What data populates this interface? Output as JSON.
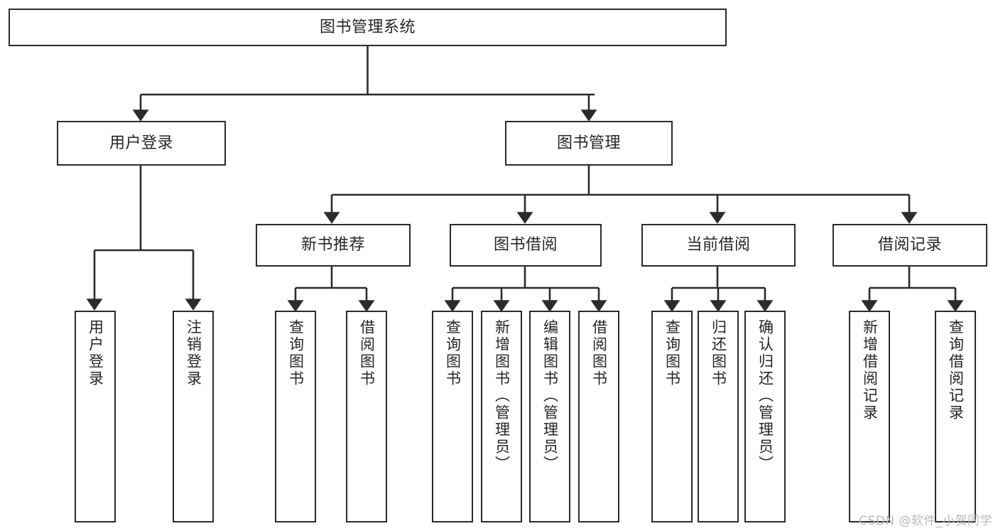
{
  "diagram": {
    "title": "图书管理系统",
    "type": "tree-functional-structure",
    "watermark": "CSDN @软件_小贺同学",
    "colors": {
      "box_border": "#2b2b2b",
      "box_fill": "#ffffff",
      "text": "#262626",
      "connector": "#2b2b2b",
      "background": "#ffffff",
      "watermark": "#b9b9b9"
    },
    "nodes": {
      "root": "图书管理系统",
      "level2": [
        "用户登录",
        "图书管理"
      ],
      "level3": [
        "新书推荐",
        "图书借阅",
        "当前借阅",
        "借阅记录"
      ],
      "leaves": {
        "user_login": [
          "用户登录",
          "注销登录"
        ],
        "new_book_recommend": [
          "查询图书",
          "借阅图书"
        ],
        "book_borrow": [
          "查询图书",
          "新增图书（管理员）",
          "编辑图书（管理员）",
          "借阅图书"
        ],
        "current_borrow": [
          "查询图书",
          "归还图书",
          "确认归还（管理员）"
        ],
        "borrow_record": [
          "新增借阅记录",
          "查询借阅记录"
        ]
      }
    }
  }
}
